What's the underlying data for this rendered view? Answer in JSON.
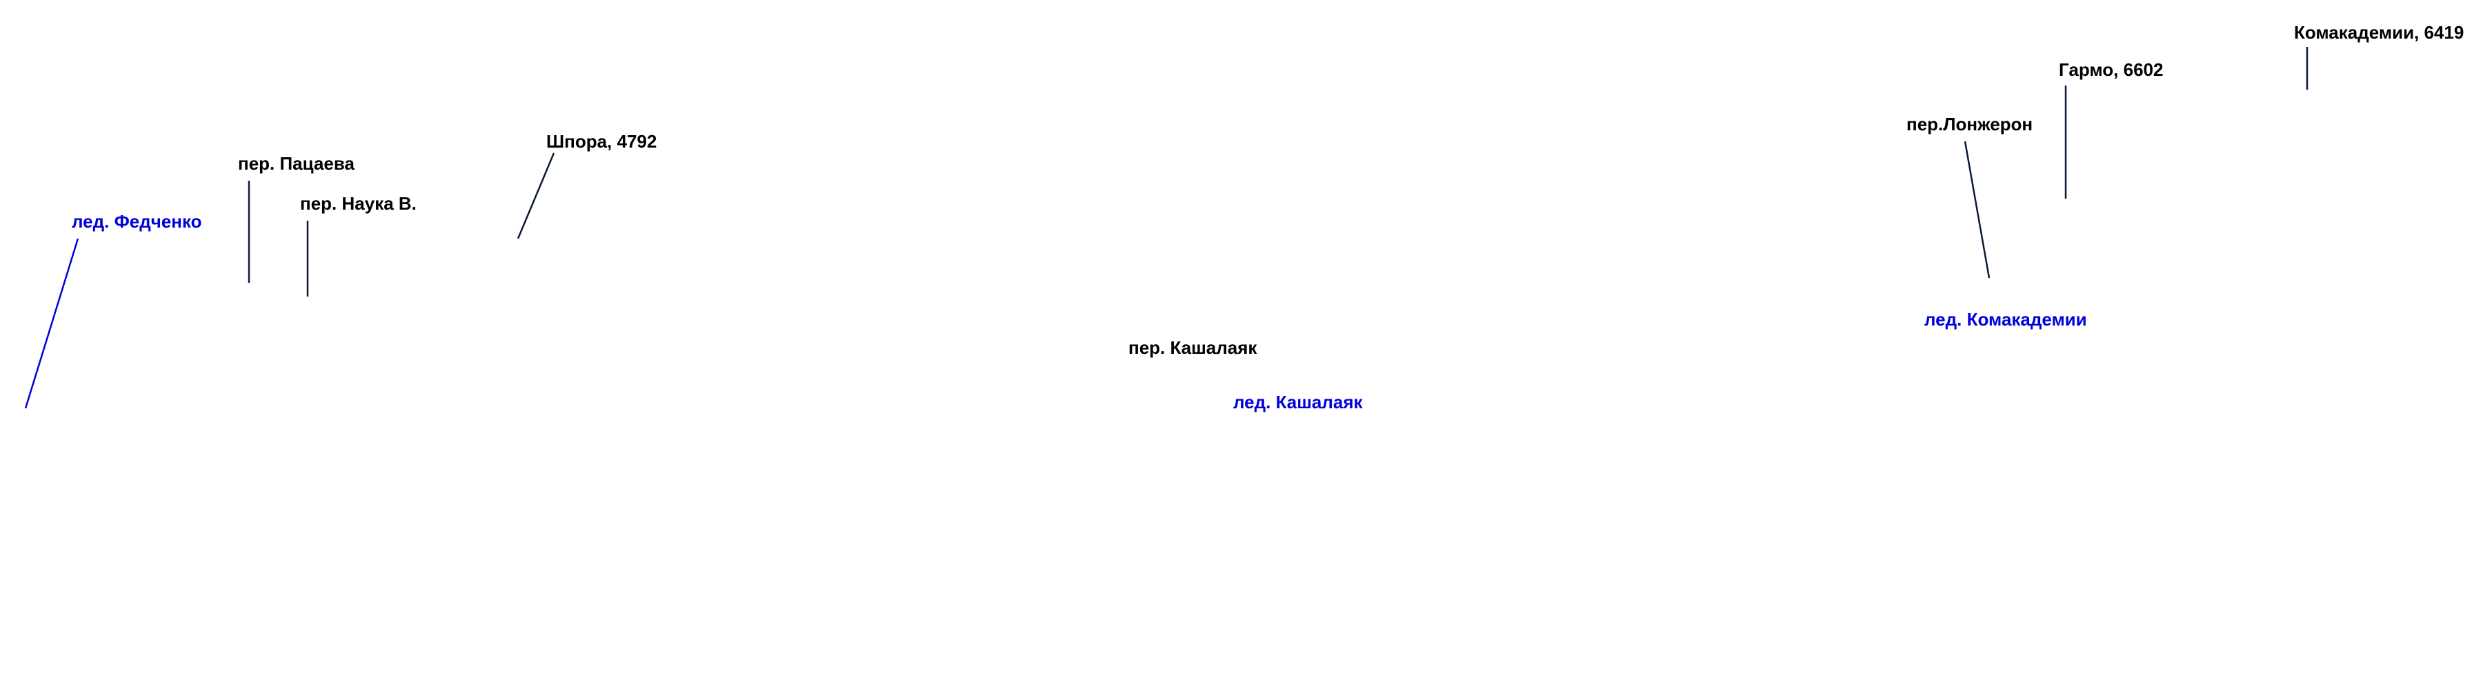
{
  "colors": {
    "black_label": "#000000",
    "glacier_label": "#0000dd",
    "leader_dark": "#0a1a3a",
    "leader_glacier": "#0000dd",
    "background": "#ffffff"
  },
  "labels": {
    "kommunism_peak": "Комакадемии, 6419",
    "garmo_peak": "Гармо, 6602",
    "lonzheron_pass": "пер.Лонжерон",
    "shpora_peak": "Шпора, 4792",
    "patsaeva_pass": "пер. Пацаева",
    "nauka_pass": "пер. Наука В.",
    "fedchenko_glacier": "лед. Федченко",
    "komakademii_glacier": "лед. Комакадемии",
    "kashalayak_pass": "пер. Кашалаяк",
    "kashalayak_glacier": "лед. Кашалаяк"
  }
}
